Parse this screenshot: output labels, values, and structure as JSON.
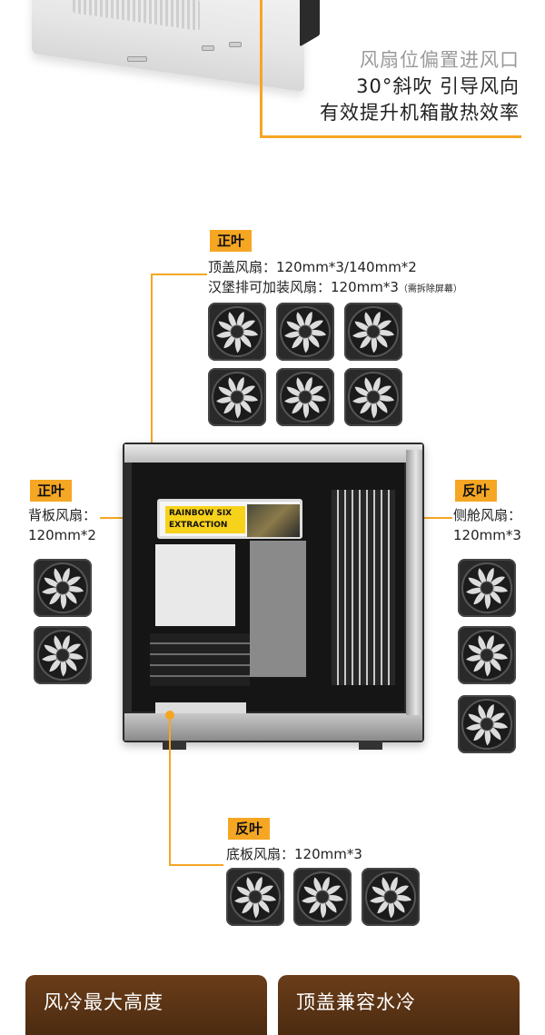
{
  "top": {
    "lines": [
      "风扇位偏置进风口",
      "30°斜吹 引导风向",
      "有效提升机箱散热效率"
    ]
  },
  "top_fans": {
    "badge": "正叶",
    "line1": "顶盖风扇：120mm*3/140mm*2",
    "line2": "汉堡排可加装风扇：120mm*3",
    "note": "（需拆除屏幕）"
  },
  "back_fans": {
    "badge": "正叶",
    "line1": "背板风扇：",
    "line2": "120mm*2"
  },
  "side_fans": {
    "badge": "反叶",
    "line1": "侧舱风扇：",
    "line2": "120mm*3"
  },
  "bottom_fans": {
    "badge": "反叶",
    "line1": "底板风扇：120mm*3"
  },
  "case_display": {
    "game_line1": "RAINBOW SIX",
    "game_line2": "EXTRACTION"
  },
  "cards": [
    {
      "title": "风冷最大高度"
    },
    {
      "title": "顶盖兼容水冷"
    }
  ],
  "colors": {
    "accent": "#f5a623",
    "card_brown": "#5a3414"
  }
}
